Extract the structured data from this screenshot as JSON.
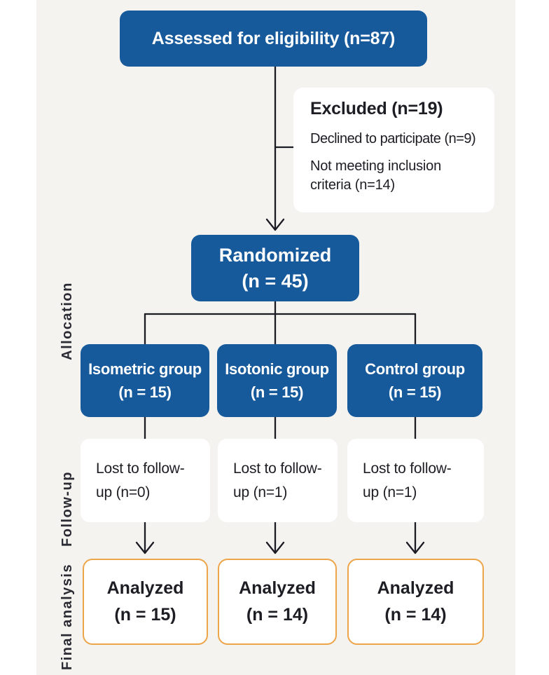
{
  "figure": {
    "type": "consort-flow-diagram",
    "colors": {
      "panel_bg": "#F4F3F0",
      "node_blue": "#175A9C",
      "node_text_light": "#FFFFFF",
      "text_dark": "#1D1D24",
      "side_label_color": "#2B2B33",
      "orange_border": "#ECA548",
      "line_color": "#1B1B24"
    },
    "stages": {
      "eligibility": {
        "label": "Assessed for eligibility (n=87)"
      },
      "excluded": {
        "title": "Excluded (n=19)",
        "reasons": [
          "Declined to participate (n=9)",
          "Not meeting inclusion criteria (n=14)"
        ]
      },
      "randomized": {
        "line1": "Randomized",
        "line2": "(n = 45)"
      },
      "groups": [
        {
          "line1": "Isometric group",
          "line2": "(n = 15)"
        },
        {
          "line1": "Isotonic group",
          "line2": "(n = 15)"
        },
        {
          "line1": "Control group",
          "line2": "(n = 15)"
        }
      ],
      "followup": [
        {
          "line1": "Lost to follow-",
          "line2": "up (n=0)"
        },
        {
          "line1": "Lost to follow-",
          "line2": "up (n=1)"
        },
        {
          "line1": "Lost to follow-",
          "line2": "up (n=1)"
        }
      ],
      "analyzed": [
        {
          "line1": "Analyzed",
          "line2": "(n = 15)"
        },
        {
          "line1": "Analyzed",
          "line2": "(n = 14)"
        },
        {
          "line1": "Analyzed",
          "line2": "(n = 14)"
        }
      ]
    },
    "side_labels": [
      "Allocation",
      "Follow-up",
      "Final analysis"
    ]
  }
}
